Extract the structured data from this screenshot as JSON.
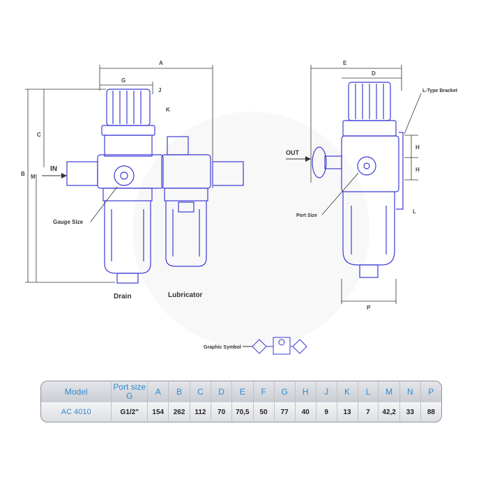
{
  "drawing": {
    "front_labels": {
      "in": "IN",
      "gauge_size": "Gauge Size",
      "drain": "Drain",
      "lubricator": "Lubricator",
      "dim_a": "A",
      "dim_b": "B",
      "dim_c": "C",
      "dim_g": "G",
      "dim_m": "M",
      "dim_j": "J",
      "dim_k": "K"
    },
    "side_labels": {
      "out": "OUT",
      "l_type_bracket": "L-Type Bracket",
      "port_size": "Port Size",
      "dim_e": "E",
      "dim_d": "D",
      "dim_h1": "H",
      "dim_h2": "H",
      "dim_l": "L",
      "dim_p": "P"
    },
    "graphic_symbol": "Graphic Symbol",
    "line_color": "#3b3bd6"
  },
  "table": {
    "headers": [
      "Model",
      "Port size G",
      "A",
      "B",
      "C",
      "D",
      "E",
      "F",
      "G",
      "H",
      "J",
      "K",
      "L",
      "M",
      "N",
      "P"
    ],
    "row": [
      "AC 4010",
      "G1/2\"",
      "154",
      "262",
      "112",
      "70",
      "70,5",
      "50",
      "77",
      "40",
      "9",
      "13",
      "7",
      "42,2",
      "33",
      "88"
    ]
  }
}
